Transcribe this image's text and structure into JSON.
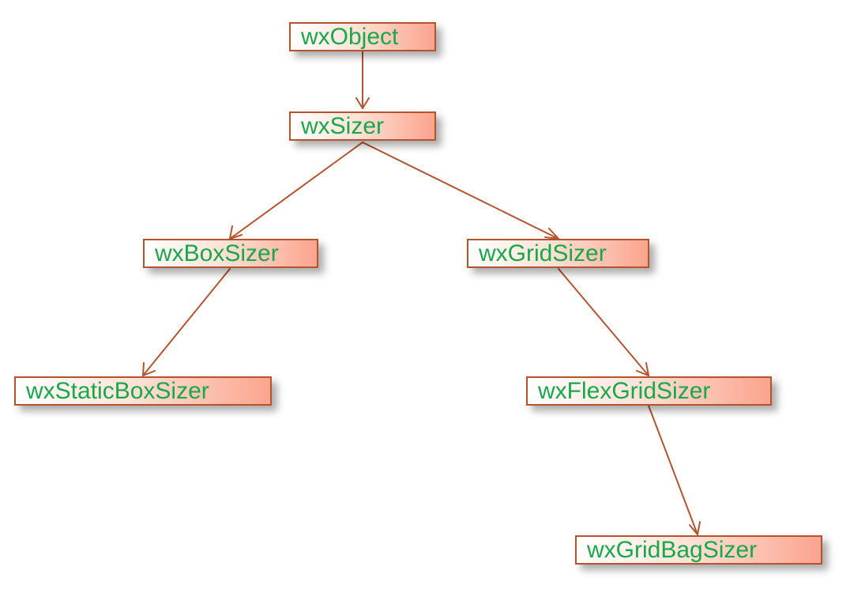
{
  "colors": {
    "box_border": "#b5532e",
    "box_fill_start": "#ffffff",
    "box_fill_end": "#fba48e",
    "label_text": "#1aa74a",
    "edge": "#b5532e"
  },
  "nodes": {
    "wxObject": {
      "label": "wxObject"
    },
    "wxSizer": {
      "label": "wxSizer"
    },
    "wxBoxSizer": {
      "label": "wxBoxSizer"
    },
    "wxGridSizer": {
      "label": "wxGridSizer"
    },
    "wxStaticBoxSizer": {
      "label": "wxStaticBoxSizer"
    },
    "wxFlexGridSizer": {
      "label": "wxFlexGridSizer"
    },
    "wxGridBagSizer": {
      "label": "wxGridBagSizer"
    }
  },
  "edges": [
    {
      "from": "wxObject",
      "to": "wxSizer"
    },
    {
      "from": "wxSizer",
      "to": "wxBoxSizer"
    },
    {
      "from": "wxSizer",
      "to": "wxGridSizer"
    },
    {
      "from": "wxBoxSizer",
      "to": "wxStaticBoxSizer"
    },
    {
      "from": "wxGridSizer",
      "to": "wxFlexGridSizer"
    },
    {
      "from": "wxFlexGridSizer",
      "to": "wxGridBagSizer"
    }
  ]
}
